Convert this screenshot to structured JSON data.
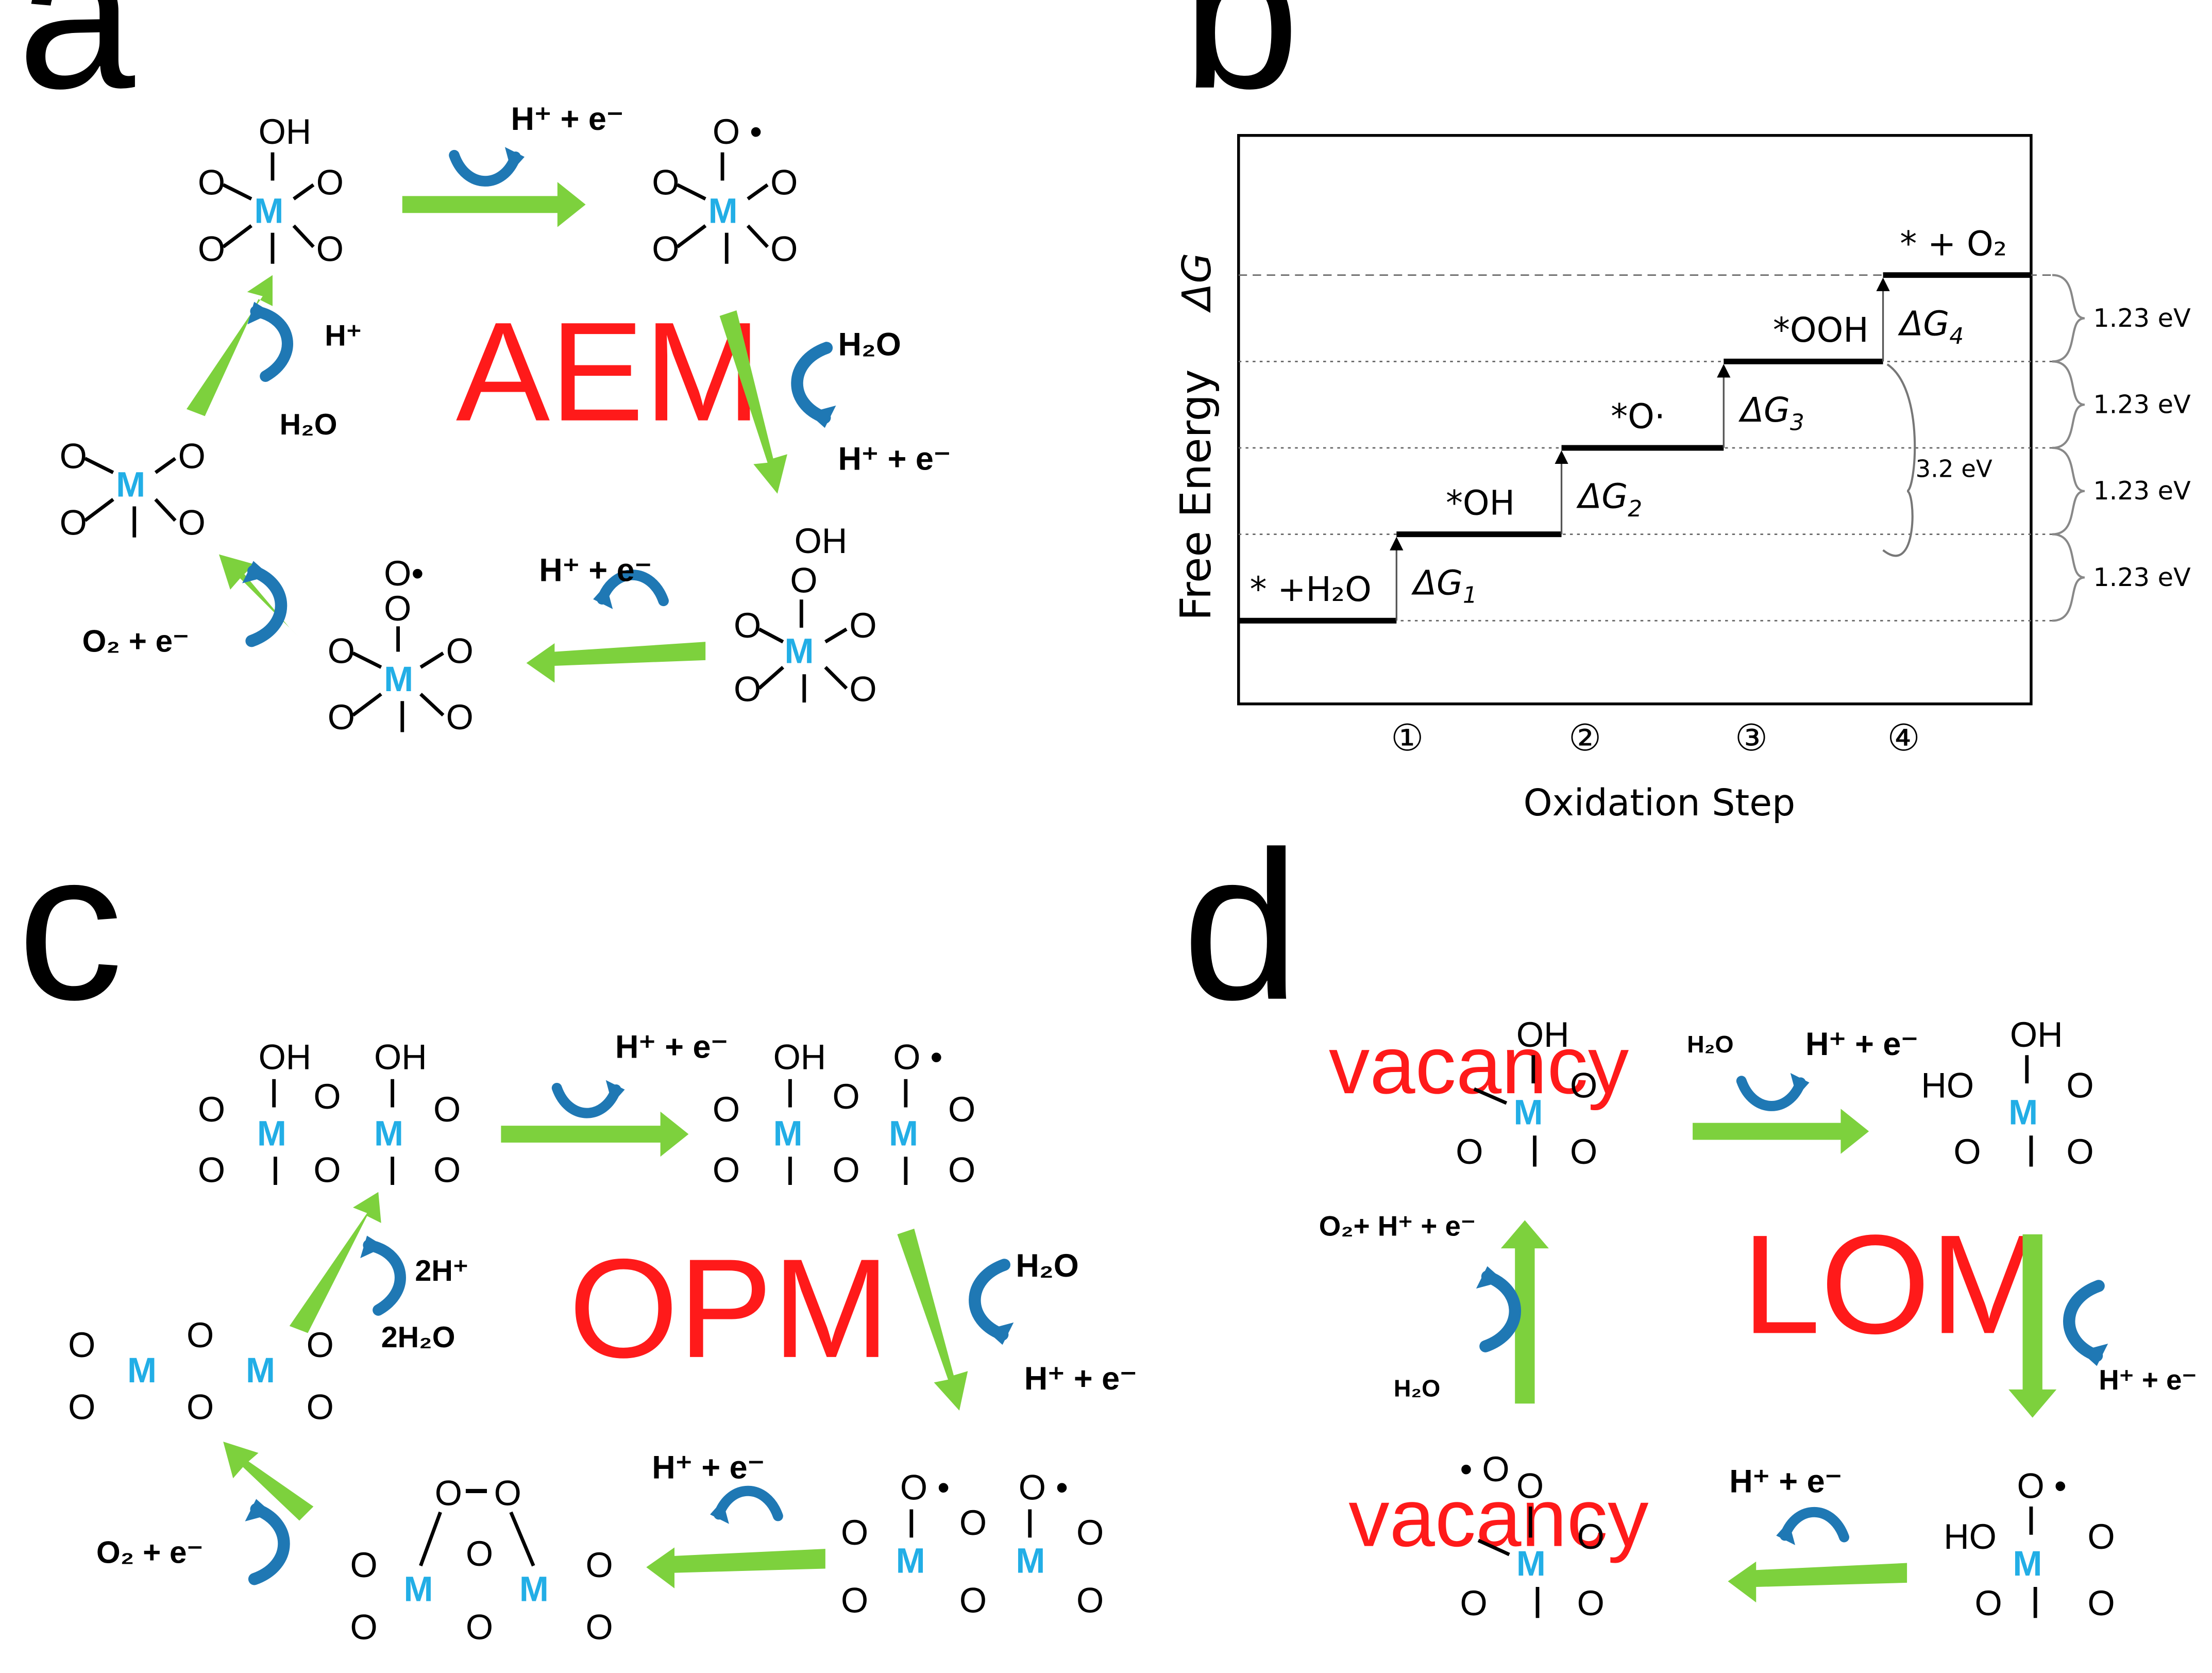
{
  "panels": {
    "a": {
      "letter": "a",
      "mechanism": "AEM",
      "species": {
        "H_e": "H⁺ + e⁻",
        "H": "H⁺",
        "H2O": "H₂O",
        "O2_e": "O₂ + e⁻"
      }
    },
    "b": {
      "letter": "b",
      "y_axis_label": "Free Energy",
      "x_axis_label": "Oxidation Step",
      "delta_g_symbol": "ΔG"
    },
    "c": {
      "letter": "c",
      "mechanism": "OPM",
      "species": {
        "H_e": "H⁺ + e⁻",
        "H_e2": "H⁺ + e⁻",
        "two_H": "2H⁺",
        "two_H2O": "2H₂O",
        "H2O": "H₂O",
        "O2_e": "O₂ + e⁻"
      }
    },
    "d": {
      "letter": "d",
      "mechanism": "LOM",
      "vacancy": "vacancy",
      "species": {
        "H2O_top": "H₂O",
        "H_e_top": "H⁺ + e⁻",
        "H_e_right": "H⁺ + e⁻",
        "H_e_bottom": "H⁺ + e⁻",
        "O2_H_e": "O₂+ H⁺ + e⁻",
        "H2O_left": "H₂O"
      }
    }
  },
  "chart_data": {
    "type": "step",
    "title": "",
    "xlabel": "Oxidation Step",
    "ylabel": "Free Energy",
    "x_ticks": [
      "①",
      "②",
      "③",
      "④"
    ],
    "levels": [
      {
        "label": "* +H₂O",
        "y": 0.0
      },
      {
        "label": "*OH",
        "y": 1.23
      },
      {
        "label": "*O·",
        "y": 2.46
      },
      {
        "label": "*OOH",
        "y": 3.69
      },
      {
        "label": "* + O₂",
        "y": 4.92
      }
    ],
    "steps": [
      {
        "label": "ΔG1",
        "y": 1.23
      },
      {
        "label": "ΔG2",
        "y": 1.23
      },
      {
        "label": "ΔG3",
        "y": 1.23
      },
      {
        "label": "ΔG4",
        "y": 1.23
      }
    ],
    "step_values": [
      "1.23 eV",
      "1.23 eV",
      "1.23 eV",
      "1.23 eV"
    ],
    "total_label": "3.2 eV",
    "grid": "dashed horizontal at each level"
  }
}
